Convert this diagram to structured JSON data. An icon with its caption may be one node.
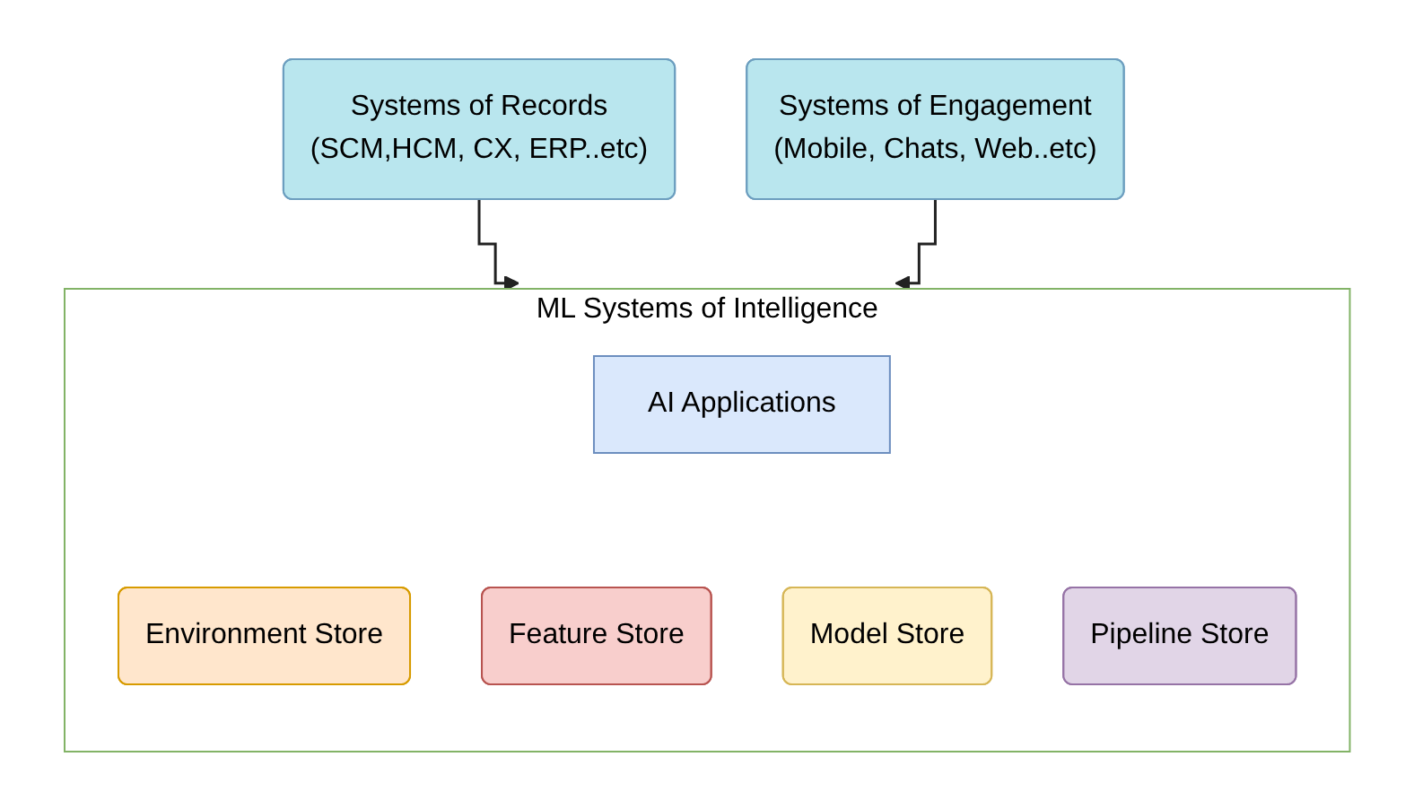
{
  "diagram": {
    "nodes": [
      {
        "text": [
          "Systems of Records",
          "(SCM,HCM, CX, ERP..etc)"
        ]
      },
      {
        "text": [
          "Systems of Engagement",
          "(Mobile, Chats, Web..etc)"
        ]
      },
      {
        "text": [
          "ML Systems of Intelligence"
        ]
      },
      {
        "text": [
          "AI Applications"
        ],
        "in": 2
      },
      {
        "text": [
          "Environment Store"
        ],
        "in": 2
      },
      {
        "text": [
          "Feature Store"
        ],
        "in": 2
      },
      {
        "text": [
          "Model Store"
        ],
        "in": 2
      },
      {
        "text": [
          "Pipeline Store"
        ],
        "in": 2
      }
    ],
    "edges": [
      {
        "from": 0,
        "to": 2,
        "arrow": "to"
      },
      {
        "from": 1,
        "to": 2,
        "arrow": "to"
      }
    ]
  }
}
